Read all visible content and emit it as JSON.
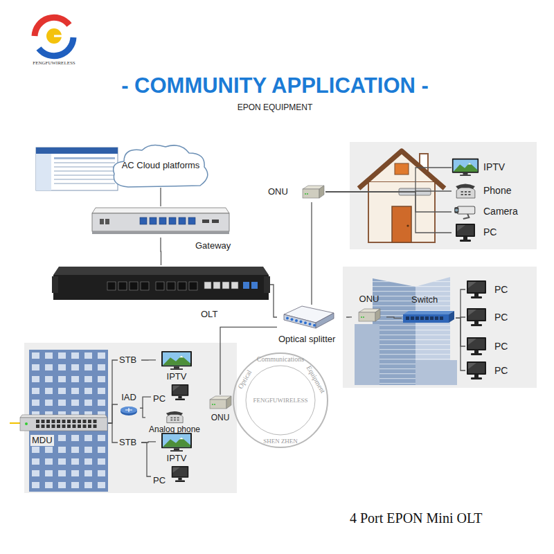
{
  "diagram": {
    "title": "- COMMUNITY APPLICATION -",
    "caption": "4 Port EPON Mini OLT",
    "nodes": [
      {
        "text": [
          "AC Cloud platforms"
        ]
      },
      {
        "text": [
          "ONU"
        ]
      },
      {
        "text": [
          "IPTV"
        ]
      },
      {
        "text": [
          "Phone"
        ]
      },
      {
        "text": [
          "Camera"
        ]
      },
      {
        "text": [
          "PC"
        ]
      },
      {
        "text": [
          "Gateway"
        ]
      },
      {
        "text": [
          "OLT"
        ]
      },
      {
        "text": [
          "ONU"
        ]
      },
      {
        "text": [
          "Switch"
        ]
      },
      {
        "text": [
          "PC"
        ]
      },
      {
        "text": [
          "PC"
        ]
      },
      {
        "text": [
          "Optical splitter"
        ]
      },
      {
        "text": [
          "PC"
        ]
      },
      {
        "text": [
          "PC"
        ]
      },
      {
        "text": [
          "STB"
        ]
      },
      {
        "text": [
          "IPTV"
        ]
      },
      {
        "text": [
          "PC"
        ]
      },
      {
        "text": [
          "IAD"
        ]
      },
      {
        "text": [
          "ONU"
        ]
      },
      {
        "text": [
          "Analog phone"
        ]
      },
      {
        "text": [
          "MDU"
        ]
      },
      {
        "text": [
          "STB"
        ]
      },
      {
        "text": [
          "IPTV"
        ]
      },
      {
        "text": [
          "PC"
        ]
      }
    ],
    "edges": [
      {
        "from": 0,
        "to": 6,
        "arrow": "none"
      },
      {
        "from": 6,
        "to": 7,
        "arrow": "none"
      },
      {
        "from": 7,
        "to": 12,
        "arrow": "none"
      },
      {
        "from": 12,
        "to": 1,
        "arrow": "none"
      },
      {
        "from": 1,
        "to": 2,
        "arrow": "none"
      },
      {
        "from": 1,
        "to": 3,
        "arrow": "none"
      },
      {
        "from": 1,
        "to": 4,
        "arrow": "none"
      },
      {
        "from": 1,
        "to": 5,
        "arrow": "none"
      },
      {
        "from": 12,
        "to": 8,
        "arrow": "none"
      },
      {
        "from": 8,
        "to": 9,
        "arrow": "none"
      },
      {
        "from": 9,
        "to": 10,
        "arrow": "none"
      },
      {
        "from": 9,
        "to": 11,
        "arrow": "none"
      },
      {
        "from": 9,
        "to": 13,
        "arrow": "none"
      },
      {
        "from": 9,
        "to": 14,
        "arrow": "none"
      },
      {
        "from": 12,
        "to": 19,
        "arrow": "none"
      },
      {
        "from": 21,
        "to": 15,
        "arrow": "none"
      },
      {
        "from": 21,
        "to": 18,
        "arrow": "none"
      },
      {
        "from": 21,
        "to": 22,
        "arrow": "none"
      },
      {
        "from": 15,
        "to": 16,
        "arrow": "none"
      },
      {
        "from": 18,
        "to": 17,
        "arrow": "none"
      },
      {
        "from": 18,
        "to": 20,
        "arrow": "none"
      },
      {
        "from": 22,
        "to": 23,
        "arrow": "none"
      },
      {
        "from": 22,
        "to": 24,
        "arrow": "none"
      }
    ],
    "labels": [
      "FENGFUWIRELESS",
      "EPON EQUIPMENT",
      "Optical",
      "Communications",
      "Equipment",
      "FENGFUWIRELESS",
      "SHEN ZHEN"
    ]
  }
}
